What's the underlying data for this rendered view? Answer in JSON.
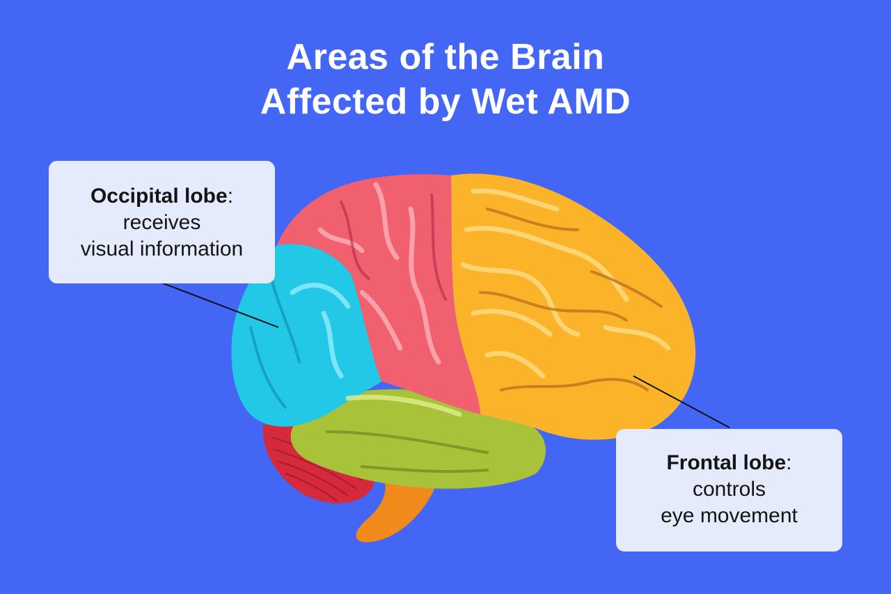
{
  "title": {
    "line1": "Areas of the Brain",
    "line2": "Affected by Wet AMD"
  },
  "callouts": {
    "occipital": {
      "term": "Occipital lobe",
      "colon": ":",
      "line1": "receives",
      "line2": "visual information"
    },
    "frontal": {
      "term": "Frontal lobe",
      "colon": ":",
      "line1": "controls",
      "line2": "eye movement"
    }
  },
  "colors": {
    "background": "#4466f5",
    "occipital": "#22c8e6",
    "parietal": "#f0606e",
    "frontal": "#fbb42a",
    "temporal": "#a8c23a",
    "cerebellum": "#d42a3c",
    "brainstem": "#f08a1a",
    "callout_bg": "#e6ebfb"
  }
}
